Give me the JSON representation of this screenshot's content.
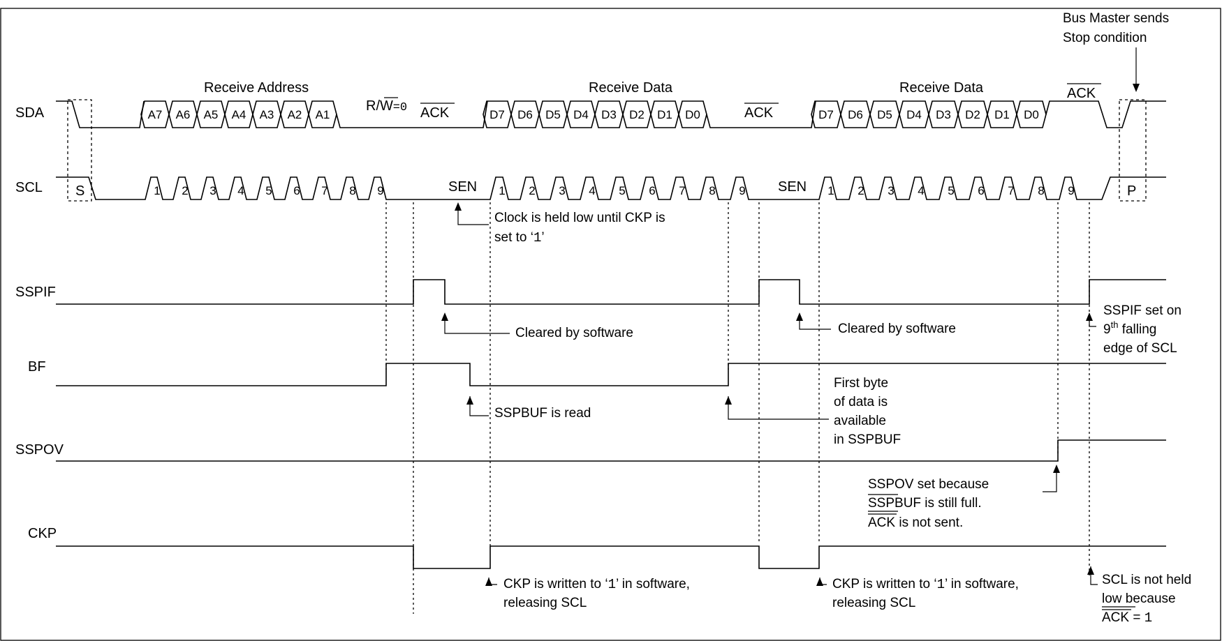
{
  "signals": {
    "sda": "SDA",
    "scl": "SCL",
    "sspif": "SSPIF",
    "bf": "BF",
    "sspov": "SSPOV",
    "ckp": "CKP"
  },
  "sda_bits": {
    "address": [
      "A7",
      "A6",
      "A5",
      "A4",
      "A3",
      "A2",
      "A1"
    ],
    "data1": [
      "D7",
      "D6",
      "D5",
      "D4",
      "D3",
      "D2",
      "D1",
      "D0"
    ],
    "data2": [
      "D7",
      "D6",
      "D5",
      "D4",
      "D3",
      "D2",
      "D1",
      "D0"
    ]
  },
  "scl_counts": {
    "address": [
      "1",
      "2",
      "3",
      "4",
      "5",
      "6",
      "7",
      "8",
      "9"
    ],
    "data1": [
      "1",
      "2",
      "3",
      "4",
      "5",
      "6",
      "7",
      "8",
      "9"
    ],
    "data2": [
      "1",
      "2",
      "3",
      "4",
      "5",
      "6",
      "7",
      "8",
      "9"
    ]
  },
  "labels": {
    "receive_address": "Receive Address",
    "receive_data": "Receive Data",
    "rw_prefix": "R/",
    "rw_w": "W",
    "rw_suffix": "=",
    "rw_value": "0",
    "ack": "ACK",
    "start": "S",
    "stop": "P",
    "sen": "SEN",
    "bus_master_line1": "Bus Master sends",
    "bus_master_line2": "Stop condition"
  },
  "notes": {
    "clock_held_line1": "Clock is held low until CKP is",
    "clock_held_line2_pre": "set to ‘",
    "clock_held_value": "1",
    "clock_held_line2_post": "’",
    "cleared_by_software": "Cleared by software",
    "sspif_set_line1": "SSPIF set on",
    "sspif_set_9": "9",
    "sspif_set_th": "th",
    "sspif_set_falling": " falling",
    "sspif_set_line3": "edge of SCL",
    "sspbuf_read": "SSPBUF is read",
    "first_byte_line1": "First byte",
    "first_byte_line2": "of data is",
    "first_byte_line3": "available",
    "first_byte_line4": "in SSPBUF",
    "sspov_set_line1": "SSPOV set because",
    "sspov_set_line2_over": "SSP",
    "sspov_set_line2_rest": "BUF is still full.",
    "sspov_set_line3_ack": "ACK",
    "sspov_set_line3_rest": " is not sent.",
    "ckp_written_line1_pre": "CKP is written to ‘",
    "ckp_written_value": "1",
    "ckp_written_line1_post": "’ in software,",
    "ckp_written_line2": "releasing SCL",
    "scl_not_held_line1": "SCL is not held",
    "scl_not_held_line2": "low because",
    "scl_not_held_ack": "ACK",
    "scl_not_held_eq": " = ",
    "scl_not_held_value": "1"
  }
}
